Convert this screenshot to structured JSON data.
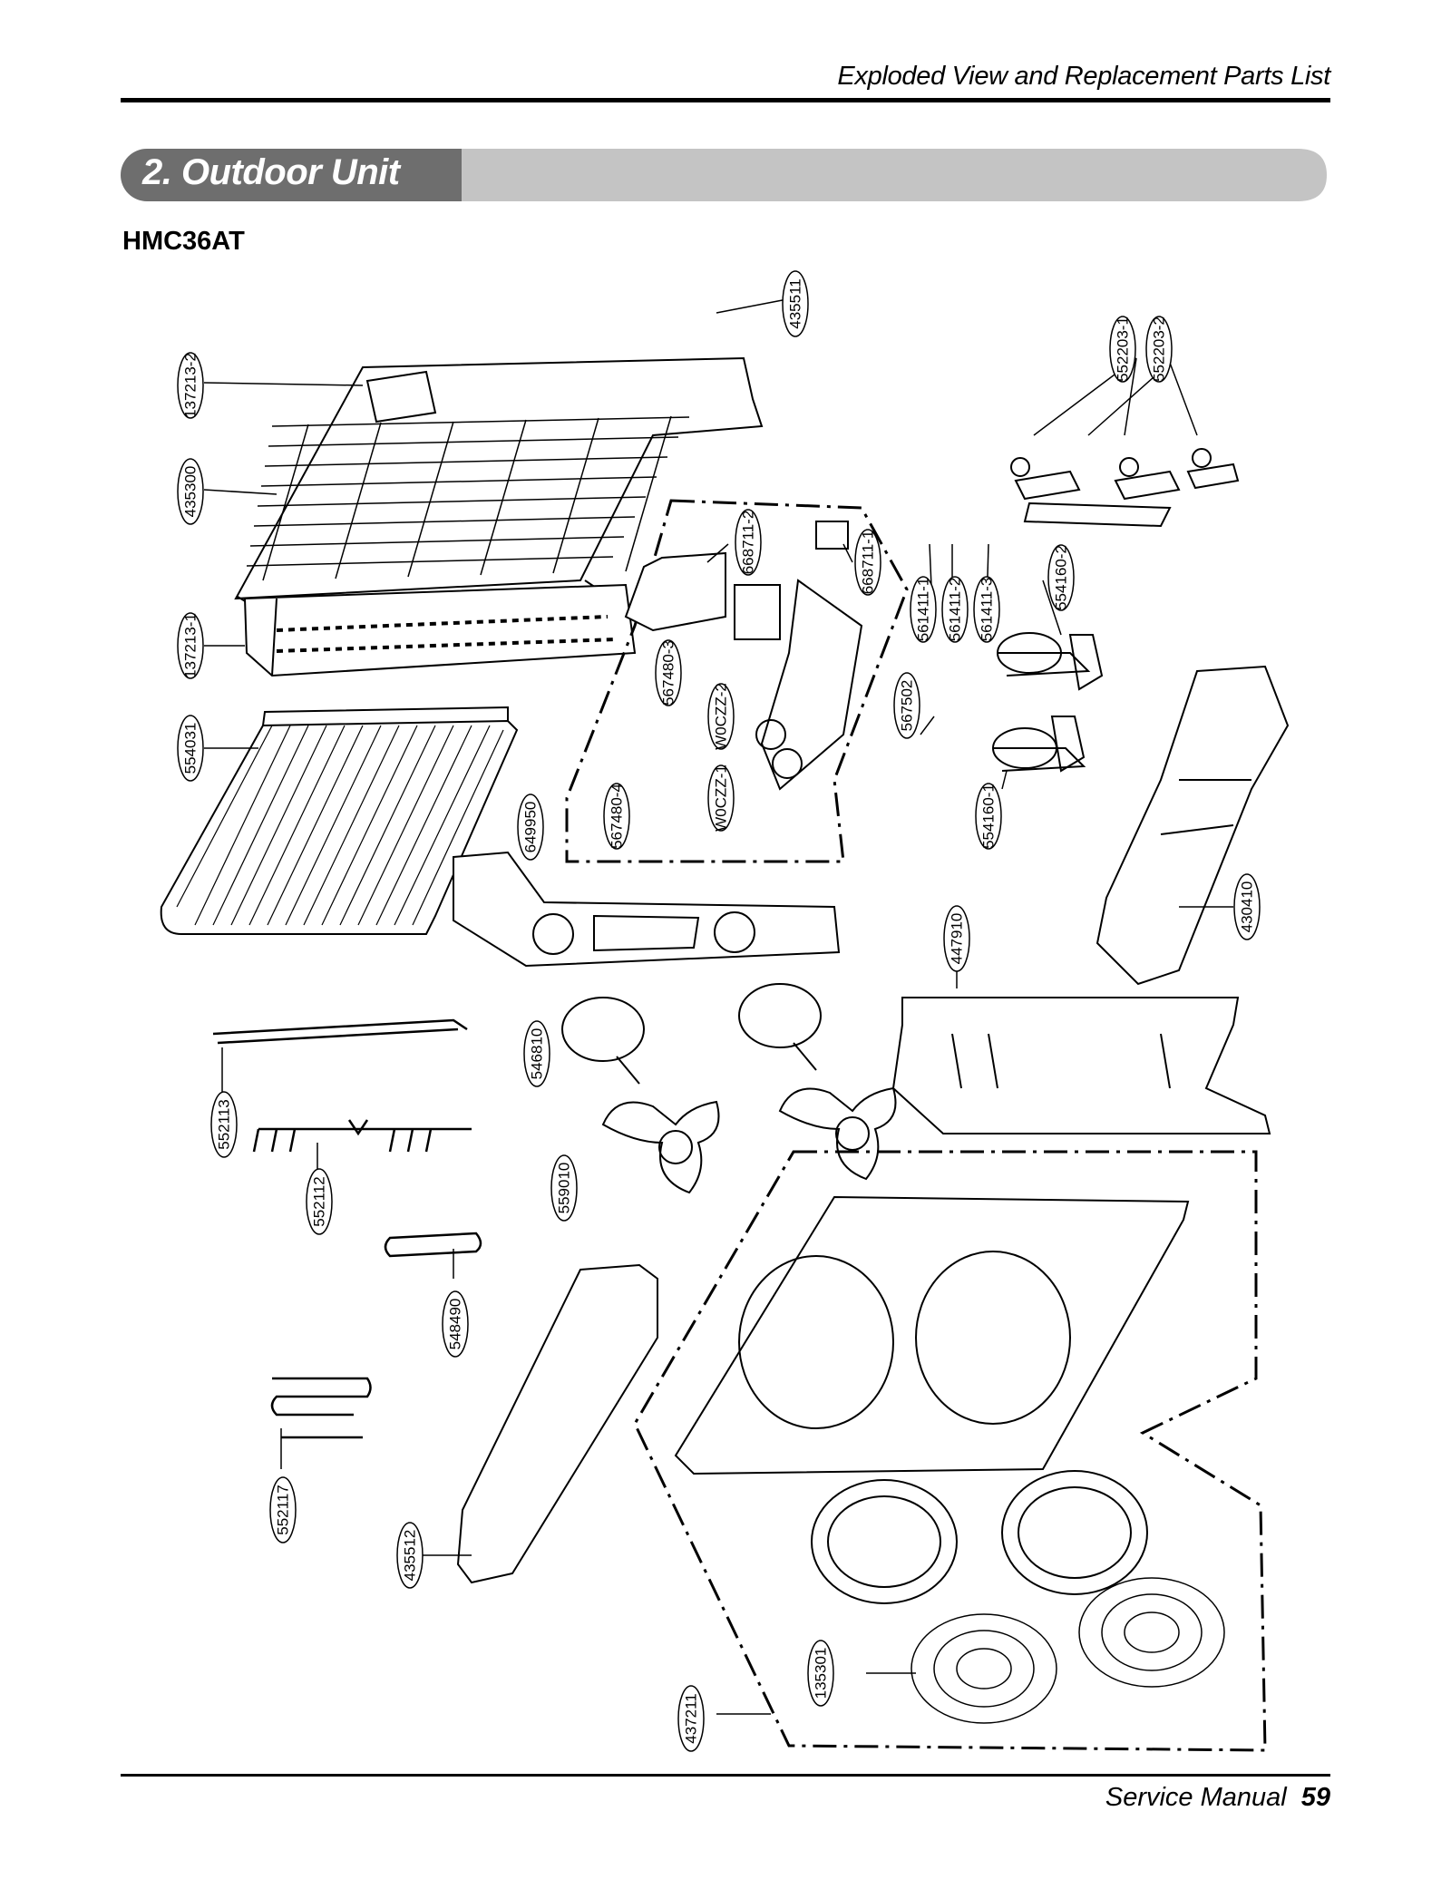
{
  "header": {
    "title": "Exploded View and Replacement Parts List"
  },
  "section": {
    "title": "2. Outdoor Unit"
  },
  "model": "HMC36AT",
  "footer": {
    "manual": "Service Manual",
    "page": "59"
  },
  "colors": {
    "banner_dark": "#6e6e6e",
    "banner_light": "#c4c4c4",
    "line": "#000000"
  },
  "parts": [
    "435511",
    "137213-2",
    "435300",
    "552203-1",
    "552203-2",
    "668711-2",
    "668711-1",
    "137213-1",
    "561411-1",
    "561411-2",
    "561411-3",
    "554160-2",
    "567480-3",
    "W0CZZ-2",
    "567502",
    "554031",
    "W0CZZ-1",
    "567480-4",
    "649950",
    "554160-1",
    "430410",
    "447910",
    "546810",
    "552113",
    "559010",
    "552112",
    "548490",
    "552117",
    "435512",
    "135301",
    "437211"
  ]
}
